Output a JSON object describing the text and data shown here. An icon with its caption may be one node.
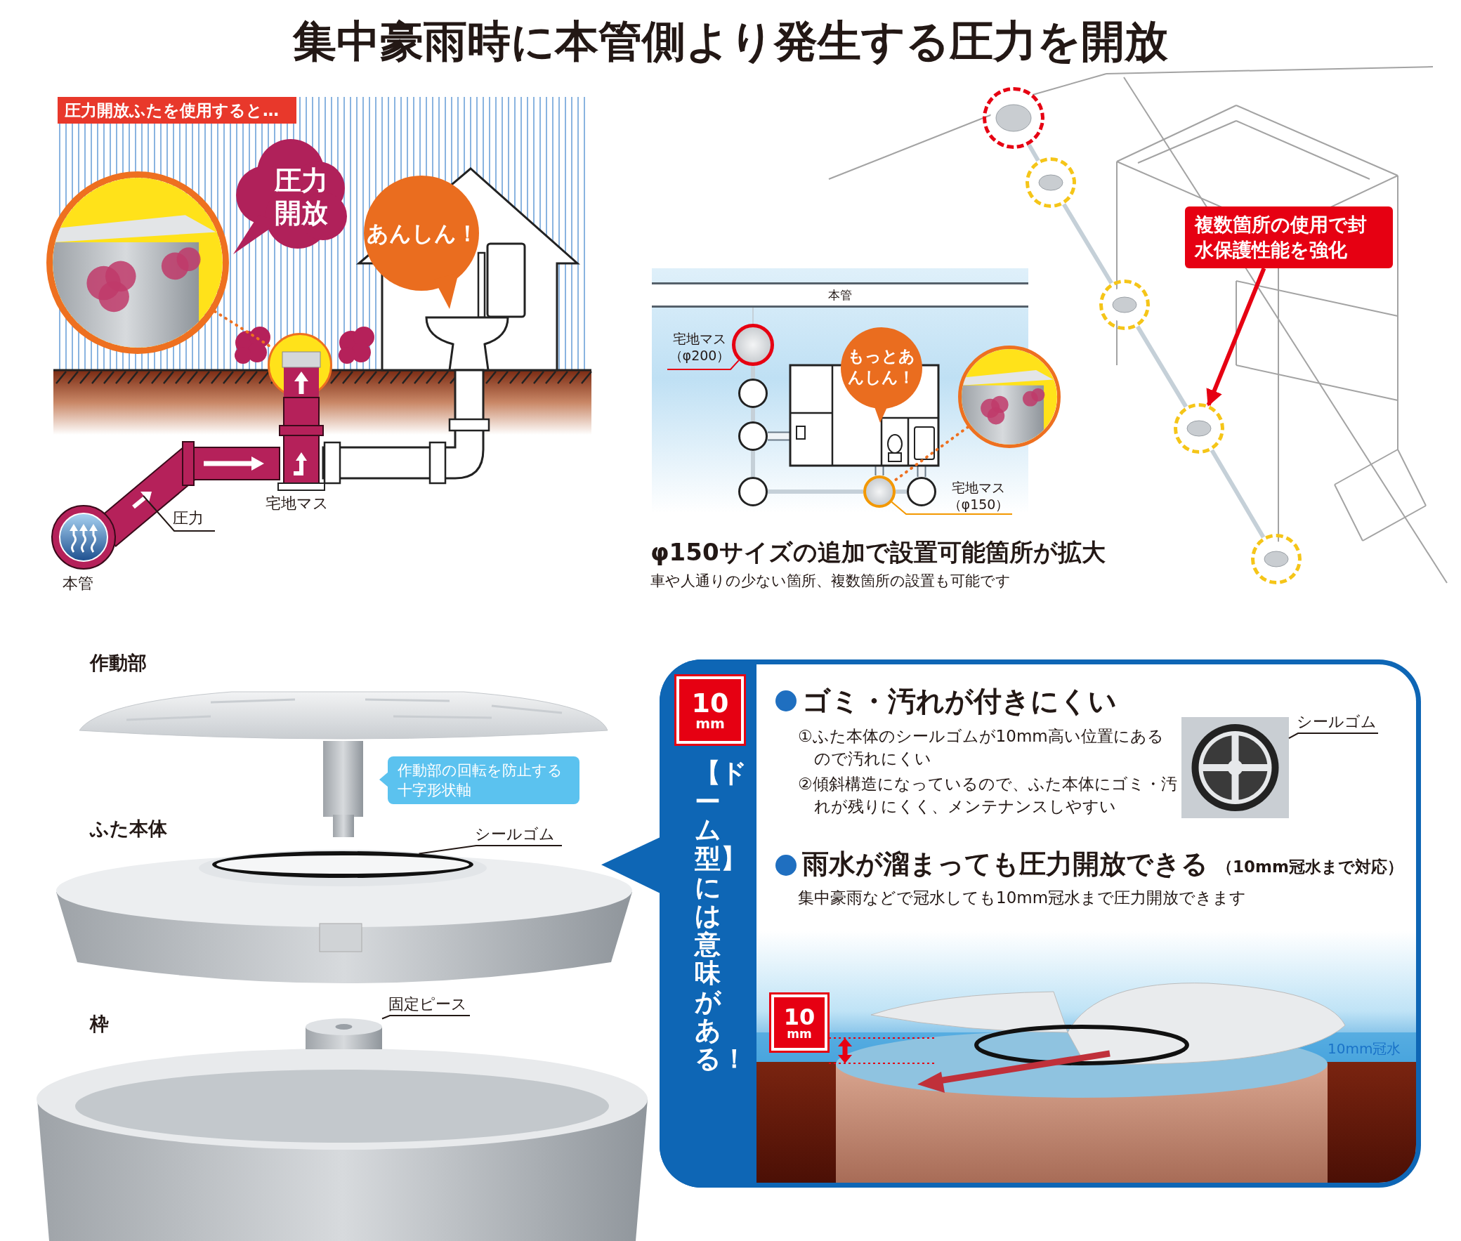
{
  "diagram": {
    "title": "集中豪雨時に本管側より発生する圧力を開放",
    "nodes": [
      {
        "text": [
          "圧力開放ふたを使用すると…"
        ]
      },
      {
        "text": [
          "圧力開放"
        ]
      },
      {
        "text": [
          "あんしん！"
        ]
      },
      {
        "text": [],
        "shape": "circle"
      },
      {
        "text": [],
        "shape": "circle"
      },
      {
        "text": [],
        "shape": "circle",
        "beside": [
          "本管"
        ]
      },
      {
        "text": [],
        "shape": "bar",
        "beside": [
          "宅地マス"
        ]
      },
      {
        "text": [
          "圧力"
        ]
      },
      {
        "text": [],
        "shape": "box"
      },
      {
        "text": [
          "本管"
        ],
        "in": 8
      },
      {
        "text": [],
        "shape": "circle",
        "in": 8
      },
      {
        "text": [
          "宅地マス（φ200）"
        ],
        "in": 8
      },
      {
        "text": [],
        "shape": "circle",
        "in": 8
      },
      {
        "text": [],
        "shape": "circle",
        "in": 8
      },
      {
        "text": [],
        "shape": "circle",
        "in": 8
      },
      {
        "text": [],
        "shape": "circle",
        "in": 8
      },
      {
        "text": [],
        "shape": "circle",
        "in": 8
      },
      {
        "text": [
          "宅地マス（φ150）"
        ],
        "in": 8
      },
      {
        "text": [
          "もっとあんしん！"
        ],
        "in": 8
      },
      {
        "text": [],
        "shape": "circle"
      },
      {
        "text": [
          "複数箇所の使用で封水保護性能を強化"
        ]
      },
      {
        "text": [],
        "shape": "circle"
      },
      {
        "text": [],
        "shape": "circle"
      },
      {
        "text": [],
        "shape": "circle"
      },
      {
        "text": [],
        "shape": "circle"
      },
      {
        "text": [],
        "shape": "circle"
      },
      {
        "text": [
          "作動部の回転を防止する十字形状軸"
        ]
      },
      {
        "text": [
          "シールゴム"
        ]
      },
      {
        "text": [
          "固定ピース"
        ]
      },
      {
        "text": [],
        "shape": "box"
      },
      {
        "text": [
          "【ドーム型】には意味がある！"
        ],
        "in": 29
      },
      {
        "text": [
          "10",
          "mm"
        ],
        "in": 30
      },
      {
        "text": [],
        "shape": "picture",
        "in": 29
      },
      {
        "text": [
          "シールゴム"
        ],
        "in": 29
      },
      {
        "text": [
          "10",
          "mm"
        ],
        "in": 29
      },
      {
        "text": [],
        "shape": "circle"
      },
      {
        "text": [],
        "shape": "cylinder"
      },
      {
        "text": [],
        "shape": "triangle"
      }
    ],
    "edges": [
      {
        "from": 3,
        "to": 4,
        "arrow": "none",
        "style": "dashed",
        "color": "#ee7020"
      },
      {
        "from": 7,
        "to": null,
        "arrow": "none",
        "color": "#231815"
      },
      {
        "from": 9,
        "to": 10,
        "arrow": "none",
        "color": "#c5d0d8"
      },
      {
        "from": 10,
        "to": 12,
        "arrow": "none",
        "color": "#c5d0d8"
      },
      {
        "from": 12,
        "to": 13,
        "arrow": "none",
        "color": "#c5d0d8"
      },
      {
        "from": 13,
        "to": 14,
        "arrow": "none",
        "color": "#c5d0d8"
      },
      {
        "from": 14,
        "to": 15,
        "arrow": "none",
        "color": "#c5d0d8"
      },
      {
        "from": 15,
        "to": 16,
        "arrow": "none",
        "color": "#c5d0d8"
      },
      {
        "from": 11,
        "to": 10,
        "arrow": "none",
        "color": "#e60012"
      },
      {
        "from": 17,
        "to": 15,
        "arrow": "none",
        "color": "#f39800"
      },
      {
        "from": 19,
        "to": 15,
        "arrow": "none",
        "style": "dashed",
        "color": "#ee7020"
      },
      {
        "from": 20,
        "to": 24,
        "arrow": "to",
        "color": "#e60012"
      },
      {
        "from": 27,
        "to": 35,
        "arrow": "none",
        "color": "#231815"
      },
      {
        "from": 28,
        "to": 36,
        "arrow": "none",
        "color": "#231815"
      },
      {
        "from": 33,
        "to": 32,
        "arrow": "none",
        "color": "#231815"
      },
      {
        "from": 21,
        "to": 22,
        "arrow": "none",
        "color": "#c5d0d8"
      },
      {
        "from": 22,
        "to": 23,
        "arrow": "none",
        "color": "#c5d0d8"
      },
      {
        "from": 23,
        "to": 24,
        "arrow": "none",
        "color": "#c5d0d8"
      },
      {
        "from": 24,
        "to": 25,
        "arrow": "none",
        "color": "#c5d0d8"
      }
    ],
    "labels": [
      "φ150サイズの追加で設置可能箇所が拡大",
      "車や人通りの少ない箇所、複数箇所の設置も可能です",
      "作動部",
      "ふた本体",
      "枠",
      "ゴミ・汚れが付きにくい",
      "①ふた本体のシールゴムが10mm高い位置にあるので汚れにくい",
      "②傾斜構造になっているので、ふた本体にゴミ・汚れが残りにくく、メンテナンスしやすい",
      "雨水が溜まっても圧力開放できる",
      "（10mm冠水まで対応）",
      "集中豪雨などで冠水しても10mm冠水まで圧力開放できます",
      "10mm冠水"
    ]
  }
}
